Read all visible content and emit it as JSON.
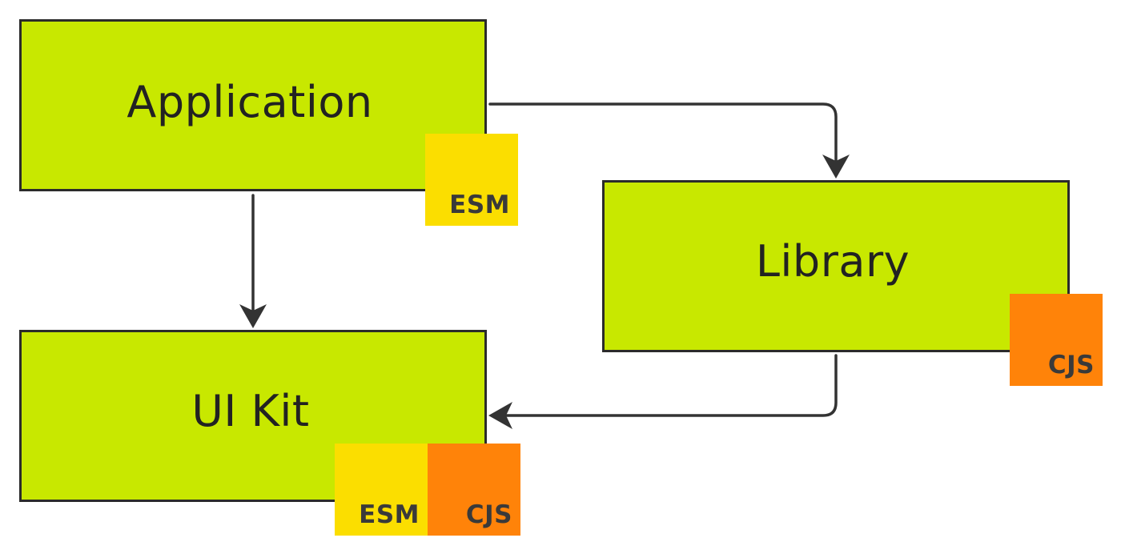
{
  "nodes": {
    "application": {
      "label": "Application",
      "badges": [
        "ESM"
      ]
    },
    "library": {
      "label": "Library",
      "badges": [
        "CJS"
      ]
    },
    "ui_kit": {
      "label": "UI Kit",
      "badges": [
        "ESM",
        "CJS"
      ]
    }
  },
  "badges": {
    "esm": "ESM",
    "cjs": "CJS"
  },
  "edges": [
    {
      "from": "application",
      "to": "ui_kit"
    },
    {
      "from": "application",
      "to": "library"
    },
    {
      "from": "library",
      "to": "ui_kit"
    }
  ],
  "colors": {
    "node_fill": "#c8e800",
    "node_border": "#2b2b2b",
    "esm_badge": "#fbde00",
    "cjs_badge": "#ff8309",
    "badge_text": "#3a3a3a",
    "arrow": "#333333"
  }
}
